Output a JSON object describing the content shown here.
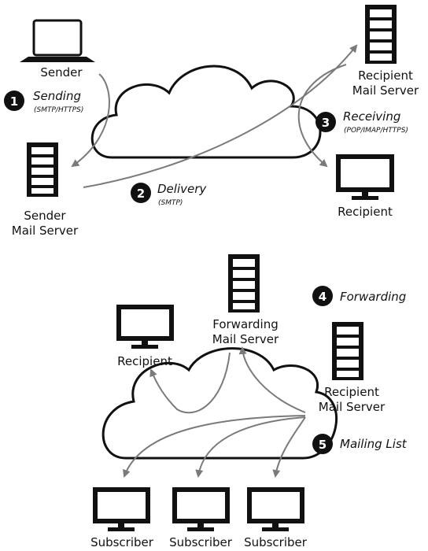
{
  "colors": {
    "ink": "#111111",
    "arrow": "#7a7a7a",
    "background": "#ffffff"
  },
  "top_diagram": {
    "sender": {
      "label": "Sender",
      "icon": "laptop-icon"
    },
    "sender_server": {
      "line1": "Sender",
      "line2": "Mail Server",
      "icon": "server-icon"
    },
    "recipient_server": {
      "line1": "Recipient",
      "line2": "Mail Server",
      "icon": "server-icon"
    },
    "recipient": {
      "label": "Recipient",
      "icon": "monitor-icon"
    },
    "steps": [
      {
        "number": "1",
        "title": "Sending",
        "protocol": "(SMTP/HTTPS)"
      },
      {
        "number": "2",
        "title": "Delivery",
        "protocol": "(SMTP)"
      },
      {
        "number": "3",
        "title": "Receiving",
        "protocol": "(POP/IMAP/HTTPS)"
      }
    ]
  },
  "bottom_diagram": {
    "recipient": {
      "label": "Recipient",
      "icon": "monitor-icon"
    },
    "forwarding_server": {
      "line1": "Forwarding",
      "line2": "Mail Server",
      "icon": "server-icon"
    },
    "recipient_server": {
      "line1": "Recipient",
      "line2": "Mail Server",
      "icon": "server-icon"
    },
    "steps": [
      {
        "number": "4",
        "title": "Forwarding"
      },
      {
        "number": "5",
        "title": "Mailing List"
      }
    ],
    "subscribers": [
      "Subscriber",
      "Subscriber",
      "Subscriber"
    ]
  }
}
